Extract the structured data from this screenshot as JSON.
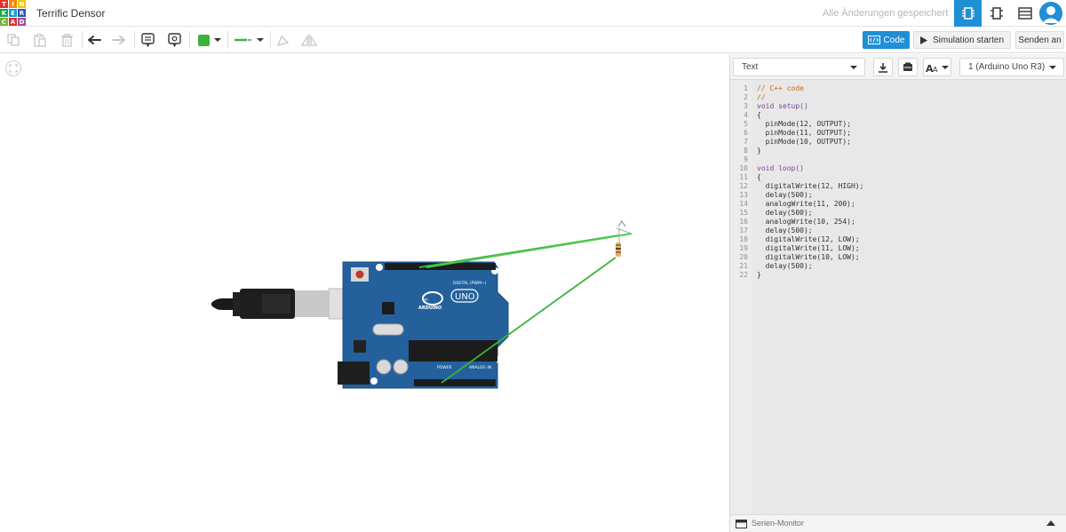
{
  "app": {
    "logo_letters": [
      "T",
      "I",
      "N",
      "K",
      "E",
      "R",
      "C",
      "A",
      "D"
    ],
    "logo_colors": [
      "#e7302a",
      "#f28a00",
      "#f2c500",
      "#1aa94d",
      "#0a9cd8",
      "#2b56a8",
      "#7fb13b",
      "#e7302a",
      "#9b4fa0"
    ],
    "project_title": "Terrific Densor",
    "save_status": "Alle Änderungen gespeichert",
    "accent": "#1f8fd6"
  },
  "header": {
    "views": [
      "circuit-view-icon",
      "schematic-view-icon",
      "component-list-icon"
    ],
    "active_view": "circuit-view-icon"
  },
  "toolbar": {
    "code_label": "Code",
    "simulate_label": "Simulation starten",
    "send_label": "Senden an",
    "color_swatch": "#3ab43a",
    "wire_color": "#3ab43a"
  },
  "code_panel": {
    "mode_label": "Text",
    "board_label": "1 (Arduino Uno R3)",
    "serial_monitor_label": "Serien-Monitor",
    "lines": [
      {
        "n": "1",
        "text": "// C++ code"
      },
      {
        "n": "2",
        "text": "//"
      },
      {
        "n": "3",
        "text": "void setup()"
      },
      {
        "n": "4",
        "text": "{"
      },
      {
        "n": "5",
        "text": "  pinMode(12, OUTPUT);"
      },
      {
        "n": "6",
        "text": "  pinMode(11, OUTPUT);"
      },
      {
        "n": "7",
        "text": "  pinMode(10, OUTPUT);"
      },
      {
        "n": "8",
        "text": "}"
      },
      {
        "n": "9",
        "text": ""
      },
      {
        "n": "10",
        "text": "void loop()"
      },
      {
        "n": "11",
        "text": "{"
      },
      {
        "n": "12",
        "text": "  digitalWrite(12, HIGH);"
      },
      {
        "n": "13",
        "text": "  delay(500);"
      },
      {
        "n": "14",
        "text": "  analogWrite(11, 200);"
      },
      {
        "n": "15",
        "text": "  delay(500);"
      },
      {
        "n": "16",
        "text": "  analogWrite(10, 254);"
      },
      {
        "n": "17",
        "text": "  delay(500);"
      },
      {
        "n": "18",
        "text": "  digitalWrite(12, LOW);"
      },
      {
        "n": "19",
        "text": "  digitalWrite(11, LOW);"
      },
      {
        "n": "20",
        "text": "  digitalWrite(10, LOW);"
      },
      {
        "n": "21",
        "text": "  delay(500);"
      },
      {
        "n": "22",
        "text": "}"
      }
    ]
  },
  "board": {
    "name": "UNO",
    "brand": "ARDUINO",
    "digital_label": "DIGITAL (PWM~)",
    "power_label": "POWER",
    "analog_label": "ANALOG IN"
  }
}
